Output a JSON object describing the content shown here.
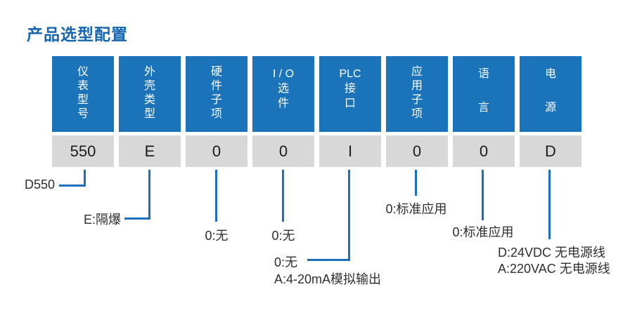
{
  "title": "产品选型配置",
  "colors": {
    "accent_blue": "#1B73B9",
    "line_blue": "#1B6FBE",
    "title_blue": "#1565B0",
    "value_gray": "#D8D8D8"
  },
  "columns": [
    {
      "header": "仪\n表\n型\n号",
      "value": "550"
    },
    {
      "header": "外\n壳\n类\n型",
      "value": "E"
    },
    {
      "header": "硬\n件\n子\n项",
      "value": "0"
    },
    {
      "header": "I / O\n选\n件",
      "value": "0"
    },
    {
      "header": "PLC\n接\n口",
      "value": "I"
    },
    {
      "header": "应\n用\n子\n项",
      "value": "0"
    },
    {
      "header": "语\n\n言",
      "value": "0"
    },
    {
      "header": "电\n\n源",
      "value": "D"
    }
  ],
  "annotations": {
    "model": "D550",
    "housing": "E:隔爆",
    "hardware": "0:无",
    "io": "0:无",
    "plc": "0:无",
    "plc_alt": "A:4-20mA模拟输出",
    "application": "0:标准应用",
    "language": "0:标准应用",
    "power": "D:24VDC 无电源线",
    "power_alt": "A:220VAC 无电源线"
  }
}
